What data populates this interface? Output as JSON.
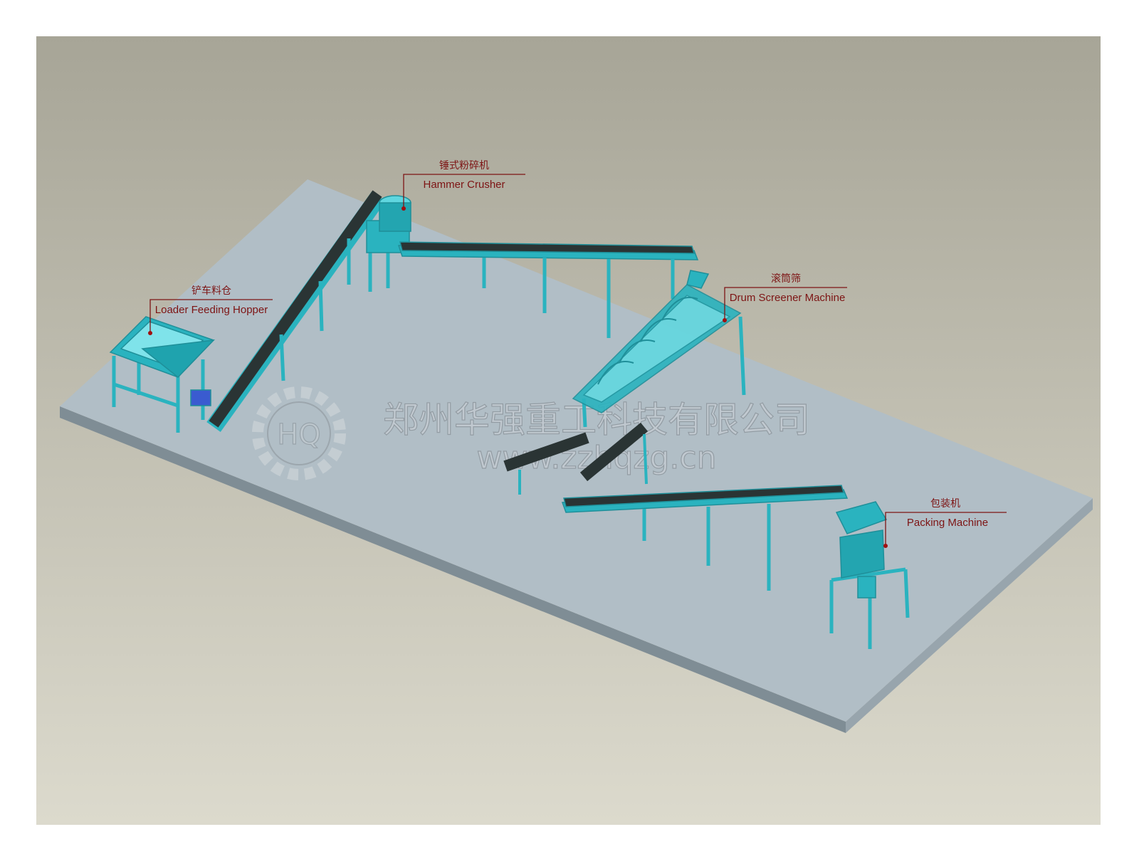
{
  "labels": [
    {
      "id": "hammer-crusher",
      "zh": "锤式粉碎机",
      "en": "Hammer Crusher"
    },
    {
      "id": "loader-feeding-hopper",
      "zh": "铲车料仓",
      "en": "Loader Feeding Hopper"
    },
    {
      "id": "drum-screener",
      "zh": "滚筒筛",
      "en": "Drum Screener Machine"
    },
    {
      "id": "packing-machine",
      "zh": "包装机",
      "en": "Packing Machine"
    }
  ],
  "watermark": {
    "company": "郑州华强重工科技有限公司",
    "url": "www.zzhqzg.cn",
    "logo": "HQ"
  },
  "colors": {
    "equipment": "#2ab3bf",
    "belt": "#2a3434",
    "floor": "#b1bec6",
    "label": "#7d1414"
  }
}
